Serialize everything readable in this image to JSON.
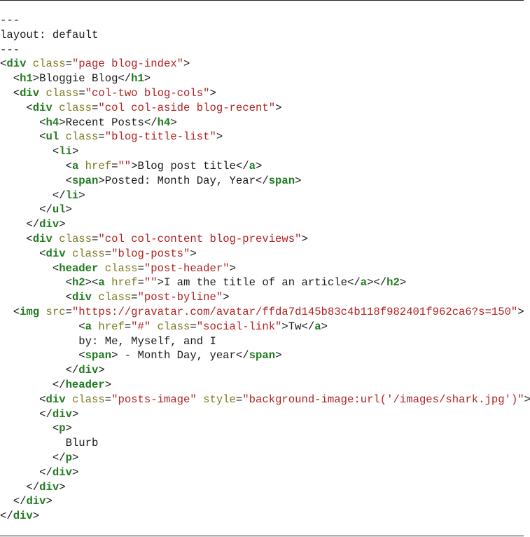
{
  "code_lines": [
    [
      {
        "t": "text",
        "v": "---"
      }
    ],
    [
      {
        "t": "text",
        "v": "layout: default"
      }
    ],
    [
      {
        "t": "text",
        "v": "---"
      }
    ],
    [
      {
        "t": "p",
        "v": "<"
      },
      {
        "t": "tag",
        "v": "div"
      },
      {
        "t": "p",
        "v": " "
      },
      {
        "t": "attr",
        "v": "class"
      },
      {
        "t": "p",
        "v": "="
      },
      {
        "t": "str",
        "v": "\"page blog-index\""
      },
      {
        "t": "p",
        "v": ">"
      }
    ],
    [
      {
        "t": "p",
        "v": "  <"
      },
      {
        "t": "tag",
        "v": "h1"
      },
      {
        "t": "p",
        "v": ">"
      },
      {
        "t": "text",
        "v": "Bloggie Blog"
      },
      {
        "t": "p",
        "v": "</"
      },
      {
        "t": "tag",
        "v": "h1"
      },
      {
        "t": "p",
        "v": ">"
      }
    ],
    [
      {
        "t": "p",
        "v": "  <"
      },
      {
        "t": "tag",
        "v": "div"
      },
      {
        "t": "p",
        "v": " "
      },
      {
        "t": "attr",
        "v": "class"
      },
      {
        "t": "p",
        "v": "="
      },
      {
        "t": "str",
        "v": "\"col-two blog-cols\""
      },
      {
        "t": "p",
        "v": ">"
      }
    ],
    [
      {
        "t": "p",
        "v": "    <"
      },
      {
        "t": "tag",
        "v": "div"
      },
      {
        "t": "p",
        "v": " "
      },
      {
        "t": "attr",
        "v": "class"
      },
      {
        "t": "p",
        "v": "="
      },
      {
        "t": "str",
        "v": "\"col col-aside blog-recent\""
      },
      {
        "t": "p",
        "v": ">"
      }
    ],
    [
      {
        "t": "p",
        "v": "      <"
      },
      {
        "t": "tag",
        "v": "h4"
      },
      {
        "t": "p",
        "v": ">"
      },
      {
        "t": "text",
        "v": "Recent Posts"
      },
      {
        "t": "p",
        "v": "</"
      },
      {
        "t": "tag",
        "v": "h4"
      },
      {
        "t": "p",
        "v": ">"
      }
    ],
    [
      {
        "t": "p",
        "v": "      <"
      },
      {
        "t": "tag",
        "v": "ul"
      },
      {
        "t": "p",
        "v": " "
      },
      {
        "t": "attr",
        "v": "class"
      },
      {
        "t": "p",
        "v": "="
      },
      {
        "t": "str",
        "v": "\"blog-title-list\""
      },
      {
        "t": "p",
        "v": ">"
      }
    ],
    [
      {
        "t": "p",
        "v": "        <"
      },
      {
        "t": "tag",
        "v": "li"
      },
      {
        "t": "p",
        "v": ">"
      }
    ],
    [
      {
        "t": "p",
        "v": "          <"
      },
      {
        "t": "tag",
        "v": "a"
      },
      {
        "t": "p",
        "v": " "
      },
      {
        "t": "attr",
        "v": "href"
      },
      {
        "t": "p",
        "v": "="
      },
      {
        "t": "str",
        "v": "\"\""
      },
      {
        "t": "p",
        "v": ">"
      },
      {
        "t": "text",
        "v": "Blog post title"
      },
      {
        "t": "p",
        "v": "</"
      },
      {
        "t": "tag",
        "v": "a"
      },
      {
        "t": "p",
        "v": ">"
      }
    ],
    [
      {
        "t": "p",
        "v": "          <"
      },
      {
        "t": "tag",
        "v": "span"
      },
      {
        "t": "p",
        "v": ">"
      },
      {
        "t": "text",
        "v": "Posted: Month Day, Year"
      },
      {
        "t": "p",
        "v": "</"
      },
      {
        "t": "tag",
        "v": "span"
      },
      {
        "t": "p",
        "v": ">"
      }
    ],
    [
      {
        "t": "p",
        "v": "        </"
      },
      {
        "t": "tag",
        "v": "li"
      },
      {
        "t": "p",
        "v": ">"
      }
    ],
    [
      {
        "t": "p",
        "v": "      </"
      },
      {
        "t": "tag",
        "v": "ul"
      },
      {
        "t": "p",
        "v": ">"
      }
    ],
    [
      {
        "t": "p",
        "v": "    </"
      },
      {
        "t": "tag",
        "v": "div"
      },
      {
        "t": "p",
        "v": ">"
      }
    ],
    [
      {
        "t": "p",
        "v": "    <"
      },
      {
        "t": "tag",
        "v": "div"
      },
      {
        "t": "p",
        "v": " "
      },
      {
        "t": "attr",
        "v": "class"
      },
      {
        "t": "p",
        "v": "="
      },
      {
        "t": "str",
        "v": "\"col col-content blog-previews\""
      },
      {
        "t": "p",
        "v": ">"
      }
    ],
    [
      {
        "t": "p",
        "v": "      <"
      },
      {
        "t": "tag",
        "v": "div"
      },
      {
        "t": "p",
        "v": " "
      },
      {
        "t": "attr",
        "v": "class"
      },
      {
        "t": "p",
        "v": "="
      },
      {
        "t": "str",
        "v": "\"blog-posts\""
      },
      {
        "t": "p",
        "v": ">"
      }
    ],
    [
      {
        "t": "p",
        "v": "        <"
      },
      {
        "t": "tag",
        "v": "header"
      },
      {
        "t": "p",
        "v": " "
      },
      {
        "t": "attr",
        "v": "class"
      },
      {
        "t": "p",
        "v": "="
      },
      {
        "t": "str",
        "v": "\"post-header\""
      },
      {
        "t": "p",
        "v": ">"
      }
    ],
    [
      {
        "t": "p",
        "v": "          <"
      },
      {
        "t": "tag",
        "v": "h2"
      },
      {
        "t": "p",
        "v": "><"
      },
      {
        "t": "tag",
        "v": "a"
      },
      {
        "t": "p",
        "v": " "
      },
      {
        "t": "attr",
        "v": "href"
      },
      {
        "t": "p",
        "v": "="
      },
      {
        "t": "str",
        "v": "\"\""
      },
      {
        "t": "p",
        "v": ">"
      },
      {
        "t": "text",
        "v": "I am the title of an article"
      },
      {
        "t": "p",
        "v": "</"
      },
      {
        "t": "tag",
        "v": "a"
      },
      {
        "t": "p",
        "v": "></"
      },
      {
        "t": "tag",
        "v": "h2"
      },
      {
        "t": "p",
        "v": ">"
      }
    ],
    [
      {
        "t": "p",
        "v": "          <"
      },
      {
        "t": "tag",
        "v": "div"
      },
      {
        "t": "p",
        "v": " "
      },
      {
        "t": "attr",
        "v": "class"
      },
      {
        "t": "p",
        "v": "="
      },
      {
        "t": "str",
        "v": "\"post-byline\""
      },
      {
        "t": "p",
        "v": ">"
      }
    ],
    [
      {
        "t": "p",
        "v": "  <"
      },
      {
        "t": "tag",
        "v": "img"
      },
      {
        "t": "p",
        "v": " "
      },
      {
        "t": "attr",
        "v": "src"
      },
      {
        "t": "p",
        "v": "="
      },
      {
        "t": "str",
        "v": "\"https://gravatar.com/avatar/ffda7d145b83c4b118f982401f962ca6?s=150\""
      },
      {
        "t": "p",
        "v": ">"
      }
    ],
    [
      {
        "t": "p",
        "v": "            <"
      },
      {
        "t": "tag",
        "v": "a"
      },
      {
        "t": "p",
        "v": " "
      },
      {
        "t": "attr",
        "v": "href"
      },
      {
        "t": "p",
        "v": "="
      },
      {
        "t": "str",
        "v": "\"#\""
      },
      {
        "t": "p",
        "v": " "
      },
      {
        "t": "attr",
        "v": "class"
      },
      {
        "t": "p",
        "v": "="
      },
      {
        "t": "str",
        "v": "\"social-link\""
      },
      {
        "t": "p",
        "v": ">"
      },
      {
        "t": "text",
        "v": "Tw"
      },
      {
        "t": "p",
        "v": "</"
      },
      {
        "t": "tag",
        "v": "a"
      },
      {
        "t": "p",
        "v": ">"
      }
    ],
    [
      {
        "t": "text",
        "v": "            by: Me, Myself, and I"
      }
    ],
    [
      {
        "t": "p",
        "v": "            <"
      },
      {
        "t": "tag",
        "v": "span"
      },
      {
        "t": "p",
        "v": ">"
      },
      {
        "t": "text",
        "v": " - Month Day, year"
      },
      {
        "t": "p",
        "v": "</"
      },
      {
        "t": "tag",
        "v": "span"
      },
      {
        "t": "p",
        "v": ">"
      }
    ],
    [
      {
        "t": "p",
        "v": "          </"
      },
      {
        "t": "tag",
        "v": "div"
      },
      {
        "t": "p",
        "v": ">"
      }
    ],
    [
      {
        "t": "p",
        "v": "        </"
      },
      {
        "t": "tag",
        "v": "header"
      },
      {
        "t": "p",
        "v": ">"
      }
    ],
    [
      {
        "t": "p",
        "v": "      <"
      },
      {
        "t": "tag",
        "v": "div"
      },
      {
        "t": "p",
        "v": " "
      },
      {
        "t": "attr",
        "v": "class"
      },
      {
        "t": "p",
        "v": "="
      },
      {
        "t": "str",
        "v": "\"posts-image\""
      },
      {
        "t": "p",
        "v": " "
      },
      {
        "t": "attr",
        "v": "style"
      },
      {
        "t": "p",
        "v": "="
      },
      {
        "t": "str",
        "v": "\"background-image:url('/images/shark.jpg')\""
      },
      {
        "t": "p",
        "v": ">"
      }
    ],
    [
      {
        "t": "p",
        "v": "      </"
      },
      {
        "t": "tag",
        "v": "div"
      },
      {
        "t": "p",
        "v": ">"
      }
    ],
    [
      {
        "t": "p",
        "v": "        <"
      },
      {
        "t": "tag",
        "v": "p"
      },
      {
        "t": "p",
        "v": ">"
      }
    ],
    [
      {
        "t": "text",
        "v": "          Blurb"
      }
    ],
    [
      {
        "t": "p",
        "v": "        </"
      },
      {
        "t": "tag",
        "v": "p"
      },
      {
        "t": "p",
        "v": ">"
      }
    ],
    [
      {
        "t": "p",
        "v": "      </"
      },
      {
        "t": "tag",
        "v": "div"
      },
      {
        "t": "p",
        "v": ">"
      }
    ],
    [
      {
        "t": "p",
        "v": "    </"
      },
      {
        "t": "tag",
        "v": "div"
      },
      {
        "t": "p",
        "v": ">"
      }
    ],
    [
      {
        "t": "p",
        "v": "  </"
      },
      {
        "t": "tag",
        "v": "div"
      },
      {
        "t": "p",
        "v": ">"
      }
    ],
    [
      {
        "t": "p",
        "v": "</"
      },
      {
        "t": "tag",
        "v": "div"
      },
      {
        "t": "p",
        "v": ">"
      }
    ]
  ],
  "colors": {
    "tag": "#1f7a1f",
    "attribute": "#7d7a1f",
    "string": "#b22222",
    "text": "#1a1a1a",
    "rule": "#222222"
  }
}
